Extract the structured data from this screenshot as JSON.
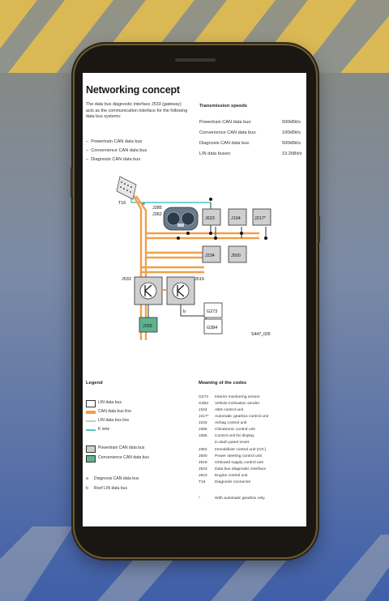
{
  "page": {
    "title": "Networking concept",
    "intro": "The data bus diagnostic interface J533 (gateway) acts as the communication interface for the following data bus systems:",
    "bus_systems": [
      "Powertrain CAN data bus",
      "Convenience CAN data bus",
      "Diagnosis CAN data bus"
    ]
  },
  "speeds": {
    "title": "Transmission speeds",
    "rows": [
      {
        "label": "Powertrain CAN data bus:",
        "value": "500kBit/s"
      },
      {
        "label": "Convenience CAN data bus:",
        "value": "100kBit/s"
      },
      {
        "label": "Diagnosis CAN data bus:",
        "value": "500kBit/s"
      },
      {
        "label": "LIN data buses:",
        "value": "19.2kBit/s"
      }
    ]
  },
  "diagram": {
    "labels": {
      "t16": "T16",
      "e": "e",
      "j285": "J285",
      "j362": "J362",
      "j623": "J623",
      "j104": "J104",
      "j217": "J217*",
      "j234": "J234",
      "j500": "J500",
      "j533": "J533",
      "j519": "J519",
      "b": "b",
      "g273": "G273",
      "g384": "G384",
      "j255": "J255",
      "ref": "S447_026"
    }
  },
  "legend": {
    "title": "Legend",
    "items": [
      "LIN data bus",
      "CAN data bus line",
      "LIN data bus line",
      "K wire"
    ],
    "boxes": [
      "Powertrain CAN data bus",
      "Convenience CAN data bus"
    ],
    "notes": [
      {
        "key": "a",
        "text": "Diagnosis CAN data bus"
      },
      {
        "key": "b",
        "text": "Roof LIN data bus"
      }
    ]
  },
  "codes": {
    "title": "Meaning of the codes",
    "rows": [
      {
        "code": "G273",
        "text": "Interior monitoring sensor"
      },
      {
        "code": "G384",
        "text": "Vehicle inclination sender"
      },
      {
        "code": "J104",
        "text": "ABS control unit"
      },
      {
        "code": "J217*",
        "text": "Automatic gearbox control unit"
      },
      {
        "code": "J234",
        "text": "Airbag control unit"
      },
      {
        "code": "J255",
        "text": "Climatronic control unit"
      },
      {
        "code": "J285",
        "text": "Control unit for display"
      },
      {
        "code": "",
        "text": "in dash panel insert"
      },
      {
        "code": "J362",
        "text": "Immobiliser control unit (IVC)"
      },
      {
        "code": "J500",
        "text": "Power steering control unit"
      },
      {
        "code": "J519",
        "text": "Onboard supply control unit"
      },
      {
        "code": "J533",
        "text": "Data bus diagnostic interface"
      },
      {
        "code": "J623",
        "text": "Engine control unit"
      },
      {
        "code": "T16",
        "text": "Diagnosis connector"
      }
    ],
    "footnote_mark": "*",
    "footnote": "With automatic gearbox only"
  },
  "colors": {
    "can_line": "#f0a04b",
    "lin_line": "#c8c8c8",
    "k_wire": "#4fc7c0",
    "powertrain_box": "#cfcfcf",
    "convenience_box": "#5fb38f"
  }
}
